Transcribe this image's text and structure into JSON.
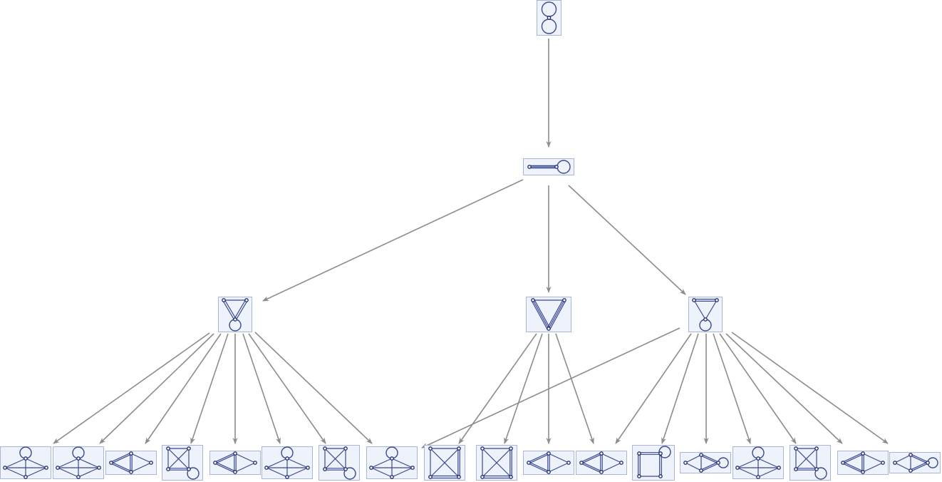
{
  "diagram": {
    "type": "graph-derivation-tree",
    "colors": {
      "edge": "#8c8c8c",
      "node_fill": "#eef2fb",
      "node_stroke": "#a9b6d8",
      "graph_line": "#3b4a8f",
      "vertex_stroke": "#1e2d6b"
    },
    "nodes": [
      {
        "id": "root",
        "motif": "figure-eight"
      },
      {
        "id": "level1",
        "motif": "multi-edge-with-loop"
      },
      {
        "id": "mid-left",
        "motif": "triangle-double-with-loop"
      },
      {
        "id": "mid-center",
        "motif": "triangle-multi-edges"
      },
      {
        "id": "mid-right",
        "motif": "triangle-double-top-with-loop"
      },
      {
        "id": "leaf-1",
        "motif": "kite-with-loop"
      },
      {
        "id": "leaf-2",
        "motif": "kite-with-loop"
      },
      {
        "id": "leaf-3",
        "motif": "diamond"
      },
      {
        "id": "leaf-4",
        "motif": "square-x-with-loop"
      },
      {
        "id": "leaf-5",
        "motif": "diamond"
      },
      {
        "id": "leaf-6",
        "motif": "kite-with-loop"
      },
      {
        "id": "leaf-7",
        "motif": "square-x-with-loop"
      },
      {
        "id": "leaf-8",
        "motif": "kite-with-loop"
      },
      {
        "id": "leaf-9",
        "motif": "square-x"
      },
      {
        "id": "leaf-10",
        "motif": "square-x"
      },
      {
        "id": "leaf-11",
        "motif": "diamond"
      },
      {
        "id": "leaf-12",
        "motif": "diamond"
      },
      {
        "id": "leaf-13",
        "motif": "square-with-loop"
      },
      {
        "id": "leaf-14",
        "motif": "diamond-side-loop"
      },
      {
        "id": "leaf-15",
        "motif": "kite-with-loop"
      },
      {
        "id": "leaf-16",
        "motif": "square-x-with-loop"
      },
      {
        "id": "leaf-17",
        "motif": "diamond"
      },
      {
        "id": "leaf-18",
        "motif": "diamond-side-loop"
      }
    ],
    "edges": [
      {
        "from": "root",
        "to": "level1"
      },
      {
        "from": "level1",
        "to": "mid-left"
      },
      {
        "from": "level1",
        "to": "mid-center"
      },
      {
        "from": "level1",
        "to": "mid-right"
      },
      {
        "from": "mid-left",
        "to": "leaf-1"
      },
      {
        "from": "mid-left",
        "to": "leaf-2"
      },
      {
        "from": "mid-left",
        "to": "leaf-3"
      },
      {
        "from": "mid-left",
        "to": "leaf-4"
      },
      {
        "from": "mid-left",
        "to": "leaf-5"
      },
      {
        "from": "mid-left",
        "to": "leaf-6"
      },
      {
        "from": "mid-left",
        "to": "leaf-7"
      },
      {
        "from": "mid-left",
        "to": "leaf-8"
      },
      {
        "from": "mid-center",
        "to": "leaf-9"
      },
      {
        "from": "mid-center",
        "to": "leaf-10"
      },
      {
        "from": "mid-center",
        "to": "leaf-11"
      },
      {
        "from": "mid-center",
        "to": "leaf-12"
      },
      {
        "from": "mid-right",
        "to": "leaf-9"
      },
      {
        "from": "mid-right",
        "to": "leaf-12"
      },
      {
        "from": "mid-right",
        "to": "leaf-13"
      },
      {
        "from": "mid-right",
        "to": "leaf-14"
      },
      {
        "from": "mid-right",
        "to": "leaf-15"
      },
      {
        "from": "mid-right",
        "to": "leaf-16"
      },
      {
        "from": "mid-right",
        "to": "leaf-17"
      },
      {
        "from": "mid-right",
        "to": "leaf-18"
      }
    ]
  }
}
